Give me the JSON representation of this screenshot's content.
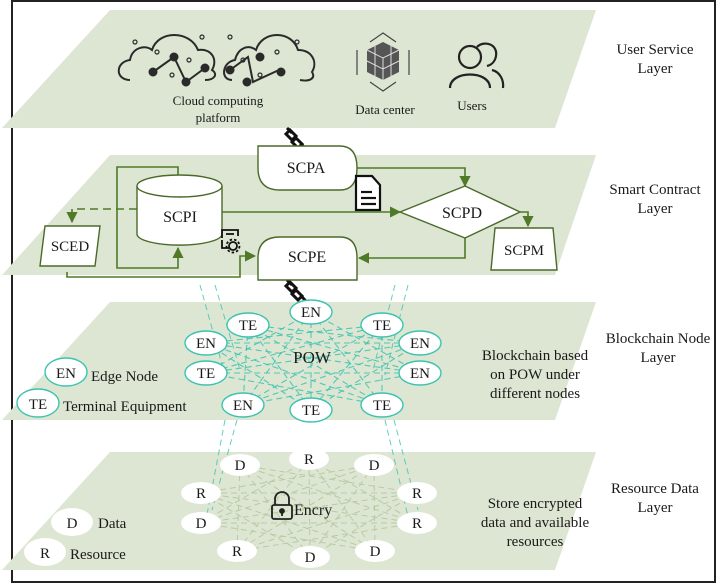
{
  "colors": {
    "layer_fill": "#dde6d2",
    "arrow": "#4f7a28",
    "chain_line": "#3cc3b0",
    "node_outline": "#3cc3b0",
    "text": "#1a1a1a"
  },
  "layers": [
    {
      "id": "user-service",
      "title": [
        "User Service",
        "Layer"
      ]
    },
    {
      "id": "smart-contract",
      "title": [
        "Smart Contract",
        "Layer"
      ]
    },
    {
      "id": "blockchain-node",
      "title": [
        "Blockchain Node",
        "Layer"
      ],
      "description": [
        "Blockchain based",
        "on POW under",
        "different nodes"
      ]
    },
    {
      "id": "resource-data",
      "title": [
        "Resource Data",
        "Layer"
      ],
      "description": [
        "Store encrypted",
        "data and available",
        "resources"
      ]
    }
  ],
  "user_service": {
    "cloud_label": [
      "Cloud computing",
      "platform"
    ],
    "datacenter_label": "Data center",
    "users_label": "Users"
  },
  "smart_contract": {
    "nodes": {
      "scpa": "SCPA",
      "scpi": "SCPI",
      "scpd": "SCPD",
      "sced": "SCED",
      "scpe": "SCPE",
      "scpm": "SCPM"
    }
  },
  "blockchain": {
    "center_label": "POW",
    "nodes": [
      "TE",
      "EN",
      "TE",
      "EN",
      "EN",
      "TE",
      "TE",
      "EN",
      "TE",
      "EN"
    ],
    "legend": [
      {
        "symbol": "EN",
        "label": "Edge Node"
      },
      {
        "symbol": "TE",
        "label": "Terminal Equipment"
      }
    ]
  },
  "resource": {
    "center_label": "Encry",
    "nodes": [
      "D",
      "R",
      "D",
      "R",
      "R",
      "D",
      "D",
      "R",
      "D",
      "R"
    ],
    "legend": [
      {
        "symbol": "D",
        "label": "Data"
      },
      {
        "symbol": "R",
        "label": "Resource"
      }
    ]
  }
}
